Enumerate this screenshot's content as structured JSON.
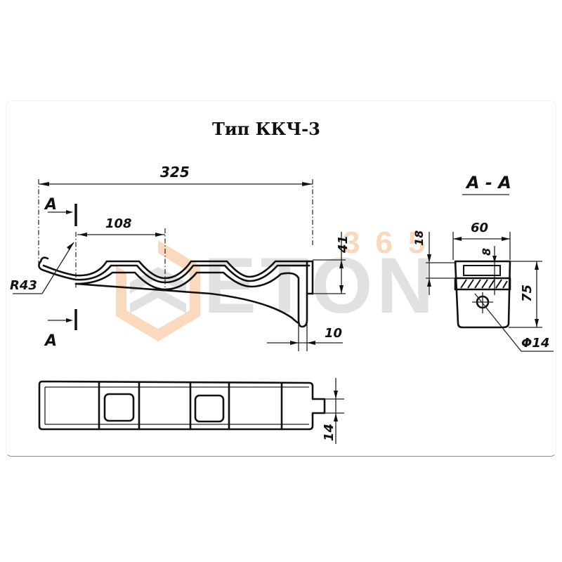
{
  "title": "Тип ККЧ-3",
  "section_label": "А - А",
  "section_marker": "А",
  "dimensions": {
    "overall_length": "325",
    "pitch": "108",
    "radius": "R43",
    "height_front": "41",
    "foot_width": "10",
    "section_width": "60",
    "section_height": "75",
    "section_top": "18",
    "section_wall": "8",
    "hole_diameter": "Φ14",
    "tab_width": "14"
  },
  "watermark": {
    "brand": "ETON",
    "number": "365",
    "colors": {
      "orange": "#f6b98a",
      "gray": "#c9c9c9"
    }
  }
}
